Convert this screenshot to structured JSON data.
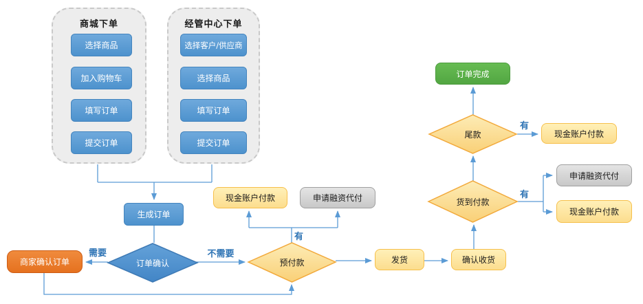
{
  "diagram": {
    "groups": [
      {
        "title": "商城下单",
        "steps": [
          "选择商品",
          "加入购物车",
          "填写订单",
          "提交订单"
        ]
      },
      {
        "title": "经管中心下单",
        "steps": [
          "选择客户/供应商",
          "选择商品",
          "填写订单",
          "提交订单"
        ]
      }
    ],
    "nodes": {
      "generate_order": "生成订单",
      "order_confirm": "订单确认",
      "merchant_confirm": "商家确认订单",
      "prepayment": "预付款",
      "cash_payment_prepay": "现金账户付款",
      "financing_prepay": "申请融资代付",
      "ship": "发货",
      "confirm_receipt": "确认收货",
      "cod": "货到付款",
      "financing_cod": "申请融资代付",
      "cash_payment_cod": "现金账户付款",
      "final_payment": "尾款",
      "cash_payment_final": "现金账户付款",
      "order_complete": "订单完成"
    },
    "edge_labels": {
      "need": "需要",
      "no_need": "不需要",
      "has_prepay": "有",
      "has_final": "有",
      "has_cod": "有"
    },
    "colors": {
      "process_blue": "#5B9BD5",
      "decision_yellow": "#FBD97E",
      "payment_yellow": "#FDE394",
      "financing_gray": "#D6D6D6",
      "merchant_orange": "#ED7D31",
      "complete_green": "#5CB85C",
      "connector_blue": "#5B9BD5",
      "branch_label_blue": "#2E74B5"
    }
  }
}
